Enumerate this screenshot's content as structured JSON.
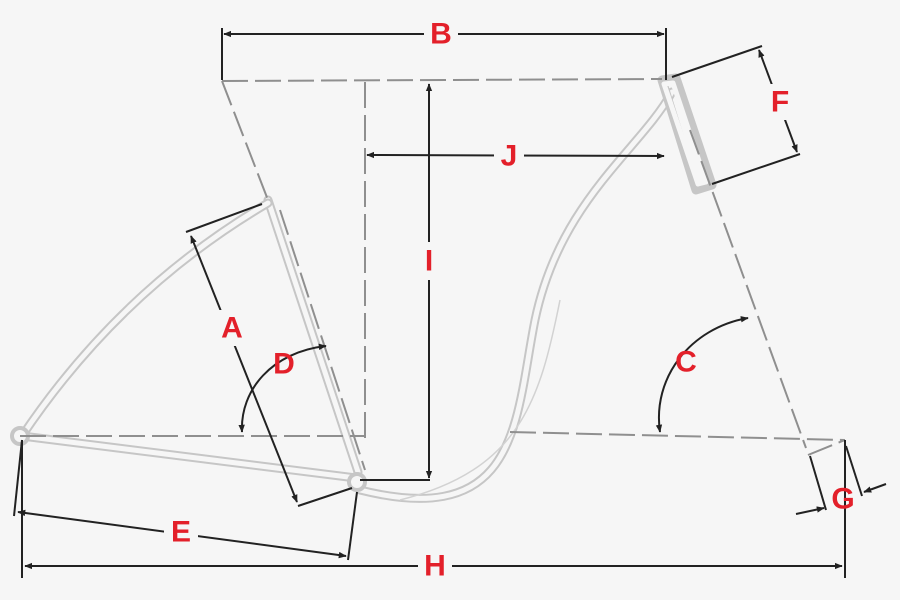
{
  "diagram": {
    "label_color": "#e3202a",
    "frame_color": "#c6c6c6",
    "dimension_line_color": "#222222",
    "reference_line_color": "#8f8f8f",
    "labels": {
      "A": "A",
      "B": "B",
      "C": "C",
      "D": "D",
      "E": "E",
      "F": "F",
      "G": "G",
      "H": "H",
      "I": "I",
      "J": "J"
    }
  }
}
